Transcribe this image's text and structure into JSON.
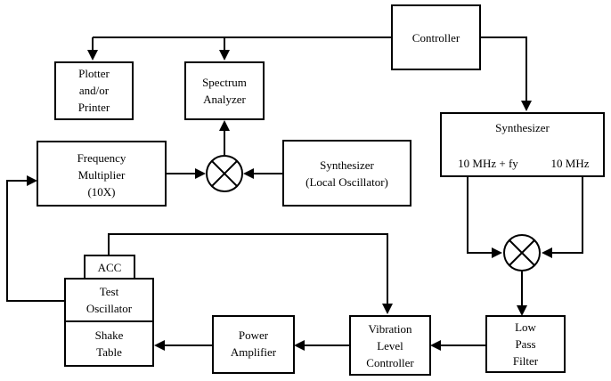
{
  "blocks": {
    "controller": {
      "lines": [
        "Controller"
      ]
    },
    "plotter": {
      "lines": [
        "Plotter",
        "and/or",
        "Printer"
      ]
    },
    "spectrum_analyzer": {
      "lines": [
        "Spectrum",
        "Analyzer"
      ]
    },
    "synth_top": {
      "title": "Synthesizer",
      "left_out": "10 MHz + fy",
      "right_out": "10 MHz"
    },
    "freq_mult": {
      "lines": [
        "Frequency",
        "Multiplier",
        "(10X)"
      ]
    },
    "synth_lo": {
      "lines": [
        "Synthesizer",
        "(Local Oscillator)"
      ]
    },
    "acc": {
      "lines": [
        "ACC"
      ]
    },
    "test_osc": {
      "lines": [
        "Test",
        "Oscillator"
      ]
    },
    "shake_table": {
      "lines": [
        "Shake",
        "Table"
      ]
    },
    "power_amp": {
      "lines": [
        "Power",
        "Amplifier"
      ]
    },
    "vib_ctrl": {
      "lines": [
        "Vibration",
        "Level",
        "Controller"
      ]
    },
    "lpf": {
      "lines": [
        "Low",
        "Pass",
        "Filter"
      ]
    }
  }
}
